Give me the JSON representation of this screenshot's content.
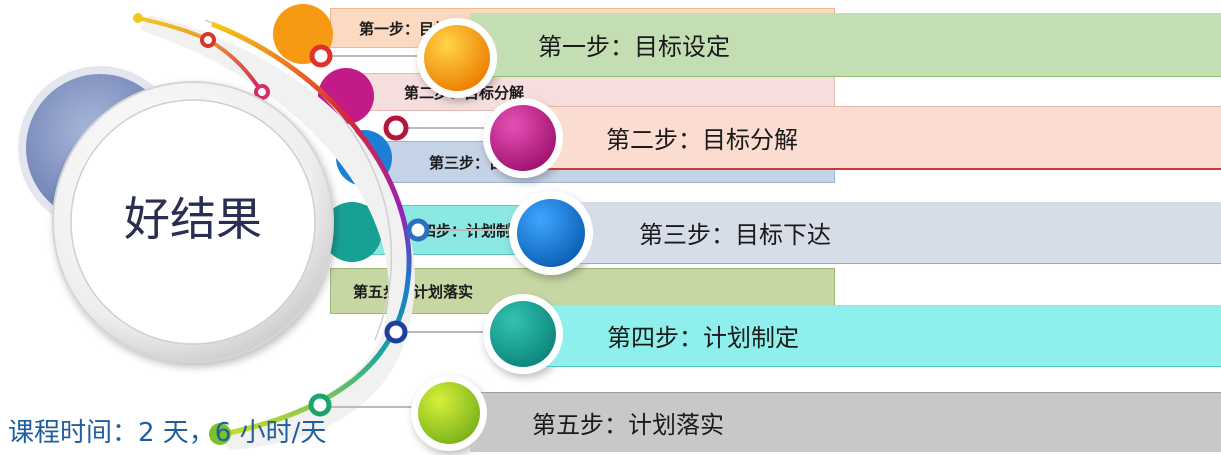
{
  "center_label": "好结果",
  "duration_text": "课程时间：2 天，6 小时/天",
  "ghost_steps": [
    "第一步：目标设定",
    "第二步：目标分解",
    "第三步：目标下达",
    "第四步：计划制定",
    "第五步：计划落实"
  ],
  "steps": [
    {
      "label": "第一步：目标设定",
      "ball_color": "#f7a21b",
      "bar_color": "#c4deb4"
    },
    {
      "label": "第二步：目标分解",
      "ball_color": "#cc1b8e",
      "bar_color": "#fbdcd0"
    },
    {
      "label": "第三步：目标下达",
      "ball_color": "#1a7ed8",
      "bar_color": "#d7dde8"
    },
    {
      "label": "第四步：计划制定",
      "ball_color": "#16a497",
      "bar_color": "#8fefec"
    },
    {
      "label": "第五步：计划落实",
      "ball_color": "#9ccc1f",
      "bar_color": "#c8c8c8"
    }
  ]
}
